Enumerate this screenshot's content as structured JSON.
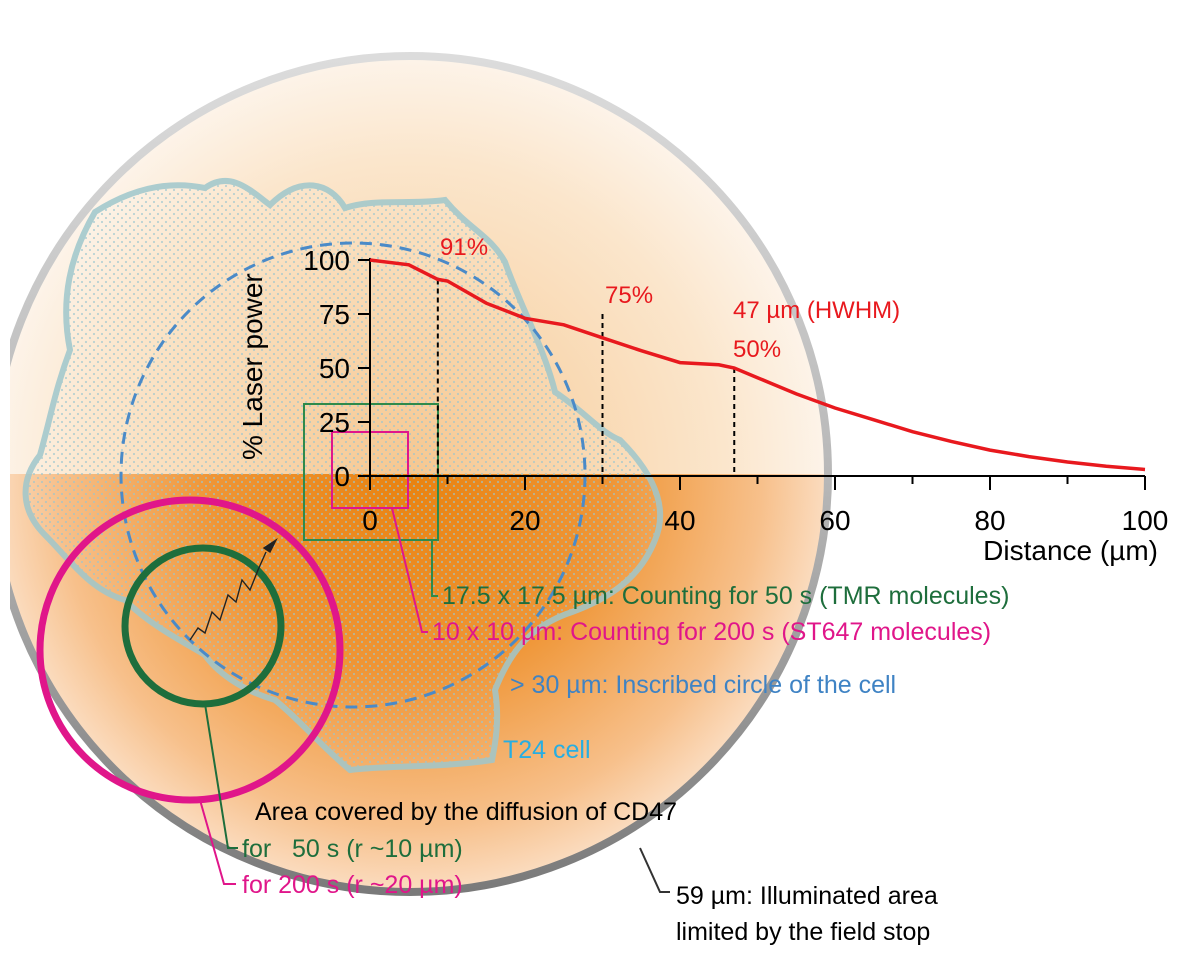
{
  "chart_data": {
    "type": "line",
    "xlabel": "Distance (µm)",
    "ylabel": "% Laser power",
    "xlim": [
      0,
      100
    ],
    "ylim": [
      0,
      100
    ],
    "x_ticks": [
      "0",
      "20",
      "40",
      "60",
      "80",
      "100"
    ],
    "y_ticks": [
      "0",
      "25",
      "50",
      "75",
      "100"
    ],
    "series": [
      {
        "x": [
          0,
          5,
          8.75,
          10,
          15,
          20,
          25,
          30,
          35,
          40,
          45,
          47,
          50,
          55,
          60,
          65,
          70,
          75,
          80,
          85,
          90,
          95,
          100
        ],
        "values": [
          100,
          97.8,
          91,
          90.3,
          80,
          73,
          70,
          64,
          58,
          52.5,
          51.5,
          50,
          45.5,
          38,
          31.5,
          26,
          20.5,
          16,
          12,
          9,
          6.5,
          4.5,
          3
        ]
      }
    ],
    "markers": [
      {
        "x": 8.75,
        "y": 91,
        "label": "91%"
      },
      {
        "x": 30,
        "y": 75,
        "label": "75%"
      },
      {
        "x": 47,
        "y": 50,
        "label": "50%"
      }
    ]
  },
  "annotations": {
    "hwhm": "47 µm (HWHM)",
    "tmr_box": "17.5 x 17.5 µm: Counting for 50 s (TMR molecules)",
    "st647_box": "10 x 10 µm: Counting for 200 s (ST647 molecules)",
    "inscribed": "> 30 µm: Inscribed circle of the cell",
    "cell": "T24 cell",
    "diffusion_title": "Area covered by the diffusion of CD47",
    "diffusion_50": "for   50 s (r ~10 µm)",
    "diffusion_200": "for 200 s (r ~20 µm)",
    "field_stop_1": "59 µm: Illuminated area",
    "field_stop_2": "limited by the field stop"
  },
  "colors": {
    "curve": "#e8191e",
    "tmr_green": "#1e6e3c",
    "st647_magenta": "#e0168a",
    "inscribed_blue": "#3f83c4",
    "cell_cyan": "#27aee2",
    "orange": "#f08c1a"
  }
}
